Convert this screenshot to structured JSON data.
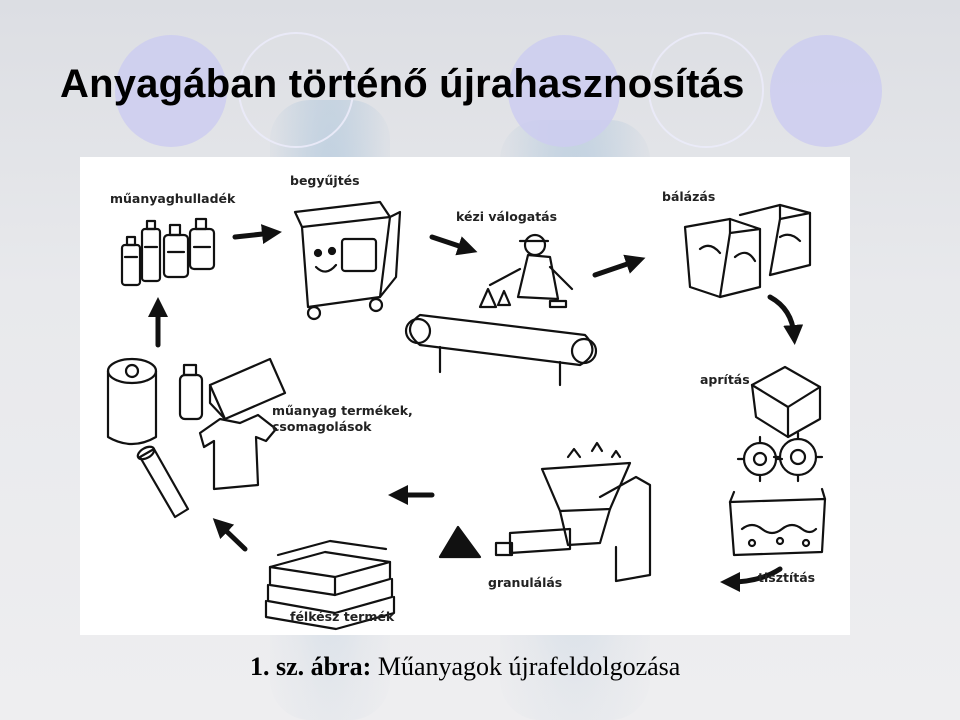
{
  "slide": {
    "title": "Anyagában történő újrahasznosítás"
  },
  "diagram": {
    "labels": {
      "plastic_waste": "műanyaghulladék",
      "collection": "begyűjtés",
      "manual_sorting": "kézi válogatás",
      "baling": "bálázás",
      "shredding": "aprítás",
      "cleaning": "tisztítás",
      "granulation": "granulálás",
      "semi_finished": "félkész termék",
      "products_line1": "műanyag termékek,",
      "products_line2": "csomagolások"
    }
  },
  "caption": {
    "number": "1. sz. ábra:",
    "text": "Műanyagok újrafeldolgozása"
  }
}
